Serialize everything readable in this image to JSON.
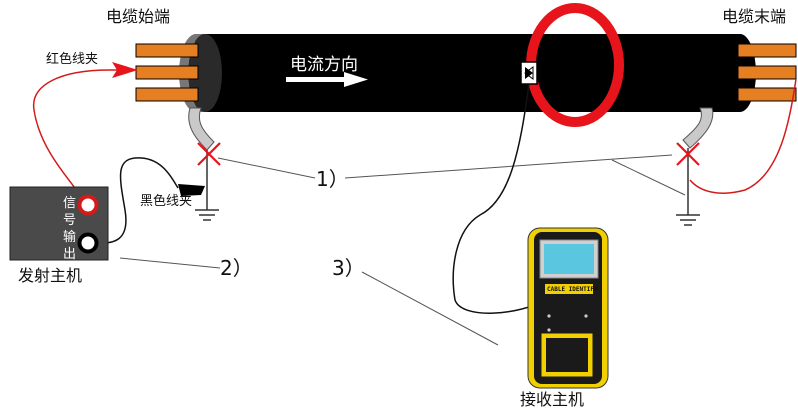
{
  "labels": {
    "cable_start": "电缆始端",
    "cable_end": "电缆末端",
    "red_clamp": "红色线夹",
    "black_clamp": "黑色线夹",
    "current_direction": "电流方向",
    "signal_output_chars": [
      "信",
      "号",
      "输",
      "出"
    ],
    "transmitter": "发射主机",
    "receiver": "接收主机",
    "step1": "1）",
    "step2": "2）",
    "step3": "3）",
    "device_brand": "CABLE IDENTIFY"
  },
  "colors": {
    "cable": "#000000",
    "terminal": "#e67e22",
    "clamp_ring": "#e8141c",
    "wire_red": "#d51a1a",
    "device_yellow": "#f2d000",
    "screen": "#5bc6e0"
  }
}
